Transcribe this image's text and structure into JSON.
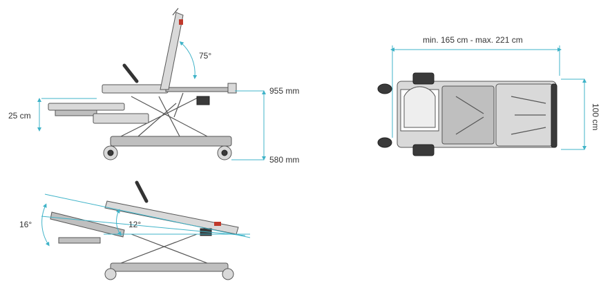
{
  "colors": {
    "dimension_line": "#3fb3c8",
    "frame_metal": "#d9d9d9",
    "outline": "#555555",
    "accent_red": "#c0392b"
  },
  "side_view": {
    "backrest_angle": "75°",
    "height_max": "955 mm",
    "height_min": "580 mm",
    "leg_travel": "25 cm"
  },
  "top_view": {
    "length_range": "min. 165 cm - max. 221 cm",
    "width": "100 cm"
  },
  "tilt_view": {
    "tilt_angle_1": "16°",
    "tilt_angle_2": "12°"
  }
}
